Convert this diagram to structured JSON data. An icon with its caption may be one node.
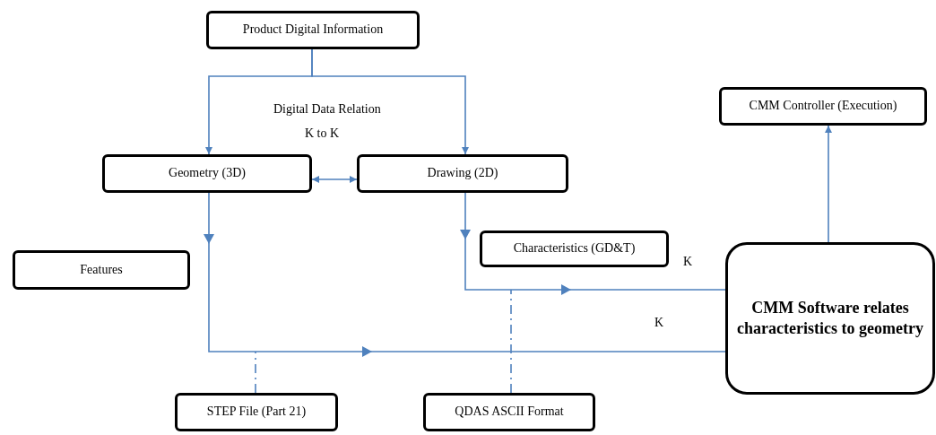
{
  "diagram": {
    "nodes": [
      {
        "text": [
          "Product Digital Information"
        ]
      },
      {
        "text": [
          "Geometry (3D)"
        ]
      },
      {
        "text": [
          "Drawing (2D)"
        ]
      },
      {
        "text": [
          "CMM Controller (Execution)"
        ]
      },
      {
        "text": [
          "Characteristics (GD&T)"
        ]
      },
      {
        "text": [
          "Features"
        ]
      },
      {
        "text": [
          "CMM Software relates characteristics to geometry"
        ]
      },
      {
        "text": [
          "STEP File (Part 21)"
        ]
      },
      {
        "text": [
          "QDAS ASCII Format"
        ]
      }
    ],
    "edges": [
      {
        "from": 0,
        "to": 1,
        "arrow": "to"
      },
      {
        "from": 0,
        "to": 2,
        "arrow": "to"
      },
      {
        "from": 1,
        "to": 2,
        "arrow": "both"
      },
      {
        "from": 1,
        "to": 6,
        "arrow": "to",
        "label": "K"
      },
      {
        "from": 2,
        "to": 6,
        "arrow": "to",
        "label": "K"
      },
      {
        "from": 6,
        "to": 3,
        "arrow": "to"
      },
      {
        "from": 7,
        "to": null,
        "arrow": "none",
        "style": "dashed"
      },
      {
        "from": 8,
        "to": null,
        "arrow": "none",
        "style": "dashed"
      }
    ],
    "labels": [
      "Digital Data Relation",
      "K to K"
    ]
  }
}
